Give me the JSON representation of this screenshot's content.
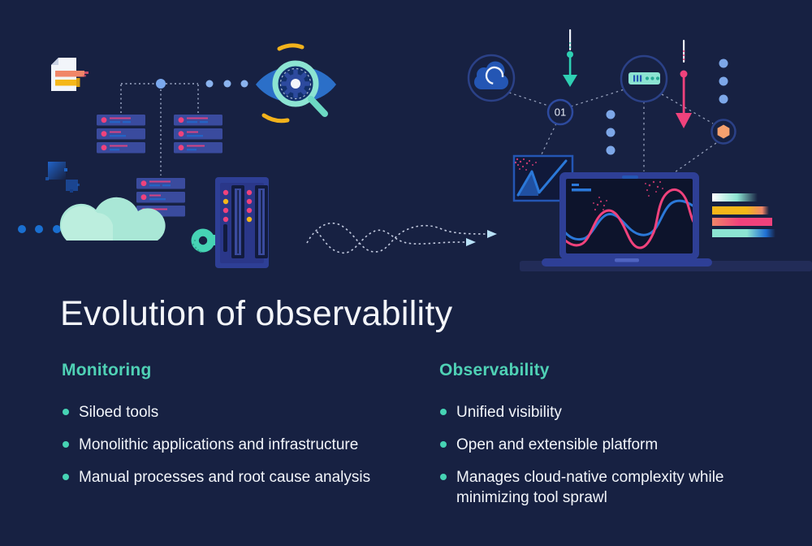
{
  "title": "Evolution of observability",
  "sections": [
    {
      "heading": "Monitoring",
      "items": [
        "Siloed tools",
        "Monolithic applications and infrastructure",
        "Manual processes and root cause analysis"
      ]
    },
    {
      "heading": "Observability",
      "items": [
        "Unified visibility",
        "Open and extensible platform",
        "Manages cloud-native complexity while minimizing tool sprawl"
      ]
    }
  ],
  "illustration": {
    "binary_label": "01",
    "left_icons": [
      "document-icon",
      "log-server-stacks",
      "eye-magnifier-gear-icon",
      "pixel-blocks-icon",
      "cloud-icon",
      "key-icon",
      "server-rack-icon",
      "dashed-flow-arrows"
    ],
    "right_icons": [
      "cloud-sync-node",
      "download-arrow-teal",
      "binary-node",
      "server-node",
      "download-arrow-pink",
      "hexagon-node",
      "line-chart-panel",
      "laptop-dashboard",
      "signal-bars"
    ]
  },
  "colors": {
    "background": "#172142",
    "heading_teal": "#4fd1b5",
    "teal": "#46d3b4",
    "mint": "#a9e7d6",
    "pink": "#f0427c",
    "salmon": "#f08668",
    "orange": "#f5a06e",
    "yellow": "#f5b719",
    "blue": "#2563c4",
    "bright_blue": "#2b78d8",
    "light_blue_dot": "#8ab3ee",
    "row_blue": "#3a4b9e",
    "laptop_blue": "#2e3f96",
    "text": "#f2f5fa"
  }
}
